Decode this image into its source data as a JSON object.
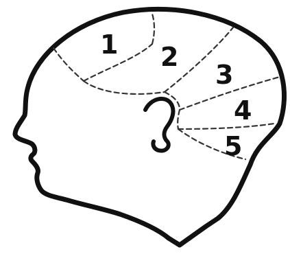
{
  "diagram": {
    "regions": [
      {
        "label": "1"
      },
      {
        "label": "2"
      },
      {
        "label": "3"
      },
      {
        "label": "4"
      },
      {
        "label": "5"
      }
    ]
  },
  "colors": {
    "outline": "#111111",
    "dashes": "#333333",
    "background": "#ffffff"
  }
}
